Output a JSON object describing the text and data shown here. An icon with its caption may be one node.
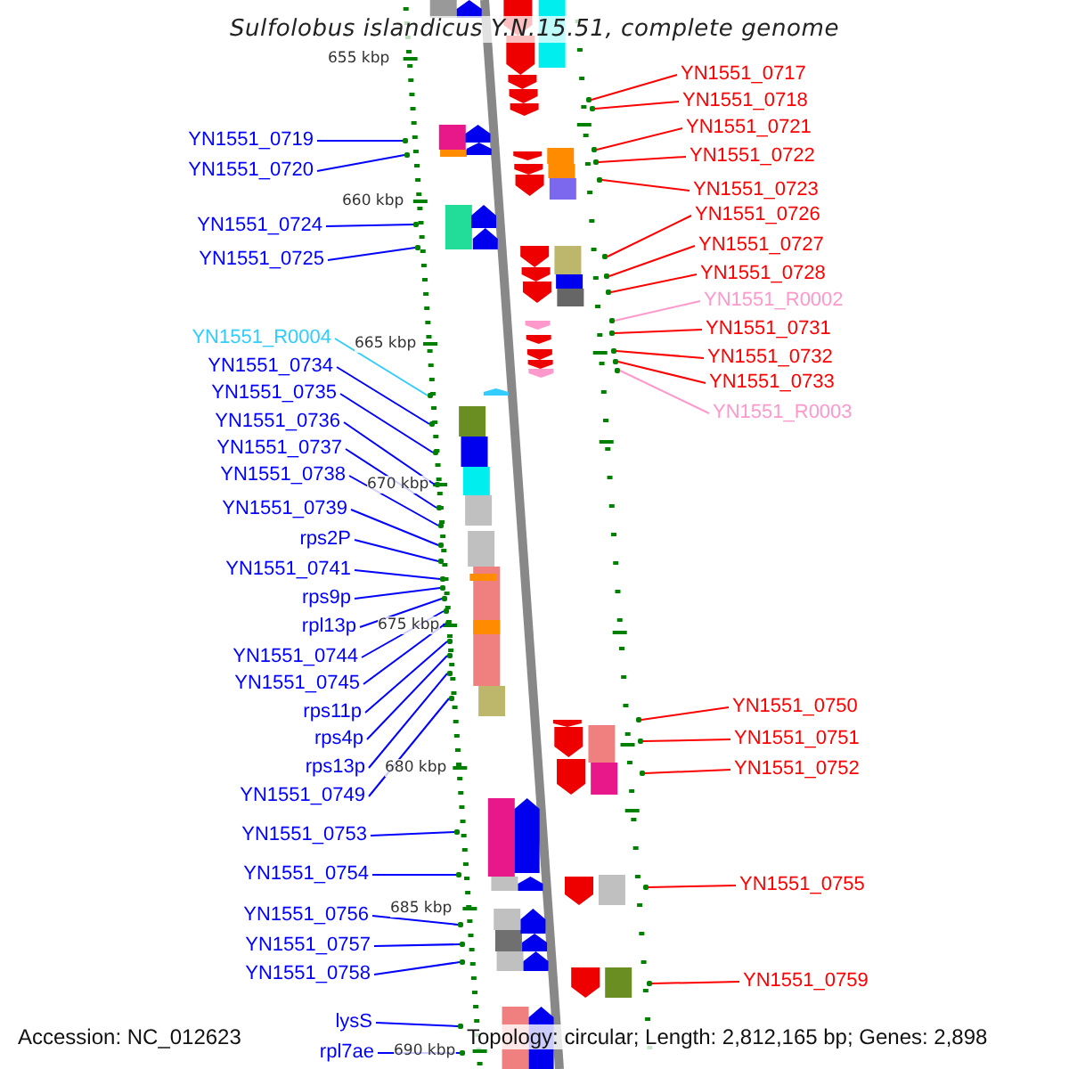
{
  "diagram": {
    "title": "Sulfolobus islandicus Y.N.15.51, complete genome",
    "nodes": [
      {
        "text": [
          "YN1551_0719"
        ]
      },
      {
        "text": [
          "YN1551_0720"
        ]
      },
      {
        "text": [
          "YN1551_0724"
        ]
      },
      {
        "text": [
          "YN1551_0725"
        ]
      },
      {
        "text": [
          "YN1551_R0004"
        ]
      },
      {
        "text": [
          "YN1551_0734"
        ]
      },
      {
        "text": [
          "YN1551_0735"
        ]
      },
      {
        "text": [
          "YN1551_0736"
        ]
      },
      {
        "text": [
          "YN1551_0737"
        ]
      },
      {
        "text": [
          "YN1551_0738"
        ]
      },
      {
        "text": [
          "YN1551_0739"
        ]
      },
      {
        "text": [
          "rps2P"
        ]
      },
      {
        "text": [
          "YN1551_0741"
        ]
      },
      {
        "text": [
          "rps9p"
        ]
      },
      {
        "text": [
          "rpl13p"
        ]
      },
      {
        "text": [
          "YN1551_0744"
        ]
      },
      {
        "text": [
          "YN1551_0745"
        ]
      },
      {
        "text": [
          "rps11p"
        ]
      },
      {
        "text": [
          "rps4p"
        ]
      },
      {
        "text": [
          "rps13p"
        ]
      },
      {
        "text": [
          "YN1551_0749"
        ]
      },
      {
        "text": [
          "YN1551_0753"
        ]
      },
      {
        "text": [
          "YN1551_0754"
        ]
      },
      {
        "text": [
          "YN1551_0756"
        ]
      },
      {
        "text": [
          "YN1551_0757"
        ]
      },
      {
        "text": [
          "YN1551_0758"
        ]
      },
      {
        "text": [
          "lysS"
        ]
      },
      {
        "text": [
          "rpl7ae"
        ]
      },
      {
        "text": [
          "YN1551_0717"
        ]
      },
      {
        "text": [
          "YN1551_0718"
        ]
      },
      {
        "text": [
          "YN1551_0721"
        ]
      },
      {
        "text": [
          "YN1551_0722"
        ]
      },
      {
        "text": [
          "YN1551_0723"
        ]
      },
      {
        "text": [
          "YN1551_0726"
        ]
      },
      {
        "text": [
          "YN1551_0727"
        ]
      },
      {
        "text": [
          "YN1551_0728"
        ]
      },
      {
        "text": [
          "YN1551_R0002"
        ]
      },
      {
        "text": [
          "YN1551_0731"
        ]
      },
      {
        "text": [
          "YN1551_0732"
        ]
      },
      {
        "text": [
          "YN1551_0733"
        ]
      },
      {
        "text": [
          "YN1551_R0003"
        ]
      },
      {
        "text": [
          "YN1551_0750"
        ]
      },
      {
        "text": [
          "YN1551_0751"
        ]
      },
      {
        "text": [
          "YN1551_0752"
        ]
      },
      {
        "text": [
          "YN1551_0755"
        ]
      },
      {
        "text": [
          "YN1551_0759"
        ]
      },
      {
        "text": [],
        "shape": "dot"
      },
      {
        "text": [],
        "shape": "dot"
      },
      {
        "text": [],
        "shape": "dot"
      },
      {
        "text": [],
        "shape": "dot"
      },
      {
        "text": [],
        "shape": "dot"
      },
      {
        "text": [],
        "shape": "dot"
      },
      {
        "text": [],
        "shape": "dot"
      },
      {
        "text": [],
        "shape": "dot"
      },
      {
        "text": [],
        "shape": "dot"
      },
      {
        "text": [],
        "shape": "dot"
      },
      {
        "text": [],
        "shape": "dot"
      },
      {
        "text": [],
        "shape": "dot"
      },
      {
        "text": [],
        "shape": "dot"
      },
      {
        "text": [],
        "shape": "dot"
      },
      {
        "text": [],
        "shape": "dot"
      },
      {
        "text": [],
        "shape": "dot"
      },
      {
        "text": [],
        "shape": "dot"
      },
      {
        "text": [],
        "shape": "dot"
      },
      {
        "text": [],
        "shape": "dot"
      },
      {
        "text": [],
        "shape": "dot"
      },
      {
        "text": [],
        "shape": "dot"
      },
      {
        "text": [],
        "shape": "dot"
      },
      {
        "text": [],
        "shape": "dot"
      },
      {
        "text": [],
        "shape": "dot"
      },
      {
        "text": [],
        "shape": "dot"
      },
      {
        "text": [],
        "shape": "dot"
      },
      {
        "text": [],
        "shape": "dot"
      },
      {
        "text": [],
        "shape": "dot"
      },
      {
        "text": [],
        "shape": "dot"
      },
      {
        "text": [],
        "shape": "dot"
      },
      {
        "text": [],
        "shape": "dot"
      },
      {
        "text": [],
        "shape": "dot"
      },
      {
        "text": [],
        "shape": "dot"
      },
      {
        "text": [],
        "shape": "dot"
      },
      {
        "text": [],
        "shape": "dot"
      },
      {
        "text": [],
        "shape": "dot"
      },
      {
        "text": [],
        "shape": "dot"
      },
      {
        "text": [],
        "shape": "dot"
      },
      {
        "text": [],
        "shape": "dot"
      },
      {
        "text": [],
        "shape": "dot"
      },
      {
        "text": [],
        "shape": "dot"
      },
      {
        "text": [],
        "shape": "dot"
      },
      {
        "text": [],
        "shape": "dot"
      },
      {
        "text": [],
        "shape": "dot"
      },
      {
        "text": [],
        "shape": "dot"
      },
      {
        "text": [],
        "shape": "dot"
      }
    ],
    "edges": [
      {
        "from": 0,
        "to": 46,
        "arrow": "none"
      },
      {
        "from": 1,
        "to": 47,
        "arrow": "none"
      },
      {
        "from": 2,
        "to": 48,
        "arrow": "none"
      },
      {
        "from": 3,
        "to": 49,
        "arrow": "none"
      },
      {
        "from": 4,
        "to": 50,
        "arrow": "none",
        "color": "#33ccff"
      },
      {
        "from": 5,
        "to": 51,
        "arrow": "none"
      },
      {
        "from": 6,
        "to": 52,
        "arrow": "none"
      },
      {
        "from": 7,
        "to": 53,
        "arrow": "none"
      },
      {
        "from": 8,
        "to": 54,
        "arrow": "none"
      },
      {
        "from": 9,
        "to": 55,
        "arrow": "none"
      },
      {
        "from": 10,
        "to": 56,
        "arrow": "none"
      },
      {
        "from": 11,
        "to": 57,
        "arrow": "none"
      },
      {
        "from": 12,
        "to": 58,
        "arrow": "none"
      },
      {
        "from": 13,
        "to": 59,
        "arrow": "none"
      },
      {
        "from": 14,
        "to": 60,
        "arrow": "none"
      },
      {
        "from": 15,
        "to": 61,
        "arrow": "none"
      },
      {
        "from": 16,
        "to": 62,
        "arrow": "none"
      },
      {
        "from": 17,
        "to": 63,
        "arrow": "none"
      },
      {
        "from": 18,
        "to": 64,
        "arrow": "none"
      },
      {
        "from": 19,
        "to": 65,
        "arrow": "none"
      },
      {
        "from": 20,
        "to": 66,
        "arrow": "none"
      },
      {
        "from": 21,
        "to": 67,
        "arrow": "none"
      },
      {
        "from": 22,
        "to": 68,
        "arrow": "none"
      },
      {
        "from": 23,
        "to": 69,
        "arrow": "none"
      },
      {
        "from": 24,
        "to": 70,
        "arrow": "none"
      },
      {
        "from": 25,
        "to": 71,
        "arrow": "none"
      },
      {
        "from": 26,
        "to": 72,
        "arrow": "none"
      },
      {
        "from": 27,
        "to": 73,
        "arrow": "none"
      },
      {
        "from": 28,
        "to": 74,
        "arrow": "none",
        "color": "#ff0000"
      },
      {
        "from": 29,
        "to": 75,
        "arrow": "none",
        "color": "#ff0000"
      },
      {
        "from": 30,
        "to": 76,
        "arrow": "none",
        "color": "#ff0000"
      },
      {
        "from": 31,
        "to": 77,
        "arrow": "none",
        "color": "#ff0000"
      },
      {
        "from": 32,
        "to": 78,
        "arrow": "none",
        "color": "#ff0000"
      },
      {
        "from": 33,
        "to": 79,
        "arrow": "none",
        "color": "#ff0000"
      },
      {
        "from": 34,
        "to": 80,
        "arrow": "none",
        "color": "#ff0000"
      },
      {
        "from": 35,
        "to": 81,
        "arrow": "none",
        "color": "#ff0000"
      },
      {
        "from": 36,
        "to": 82,
        "arrow": "none",
        "color": "#ff99cc"
      },
      {
        "from": 37,
        "to": 83,
        "arrow": "none",
        "color": "#ff0000"
      },
      {
        "from": 38,
        "to": 84,
        "arrow": "none",
        "color": "#ff0000"
      },
      {
        "from": 39,
        "to": 85,
        "arrow": "none",
        "color": "#ff0000"
      },
      {
        "from": 40,
        "to": 86,
        "arrow": "none",
        "color": "#ff99cc"
      },
      {
        "from": 41,
        "to": 87,
        "arrow": "none",
        "color": "#ff0000"
      },
      {
        "from": 42,
        "to": 88,
        "arrow": "none",
        "color": "#ff0000"
      },
      {
        "from": 43,
        "to": 89,
        "arrow": "none",
        "color": "#ff0000"
      },
      {
        "from": 44,
        "to": 90,
        "arrow": "none",
        "color": "#ff0000"
      },
      {
        "from": 45,
        "to": 91,
        "arrow": "none",
        "color": "#ff0000"
      }
    ],
    "labels": [
      "655 kbp",
      "660 kbp",
      "665 kbp",
      "670 kbp",
      "675 kbp",
      "680 kbp",
      "685 kbp",
      "690 kbp",
      "Accession: NC_012623",
      "Topology: circular; Length: 2,812,165 bp; Genes: 2,898"
    ]
  }
}
